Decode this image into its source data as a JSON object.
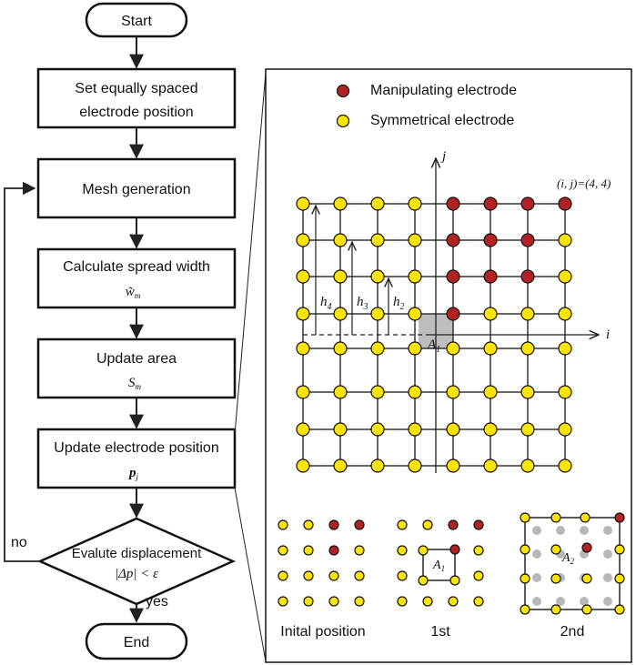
{
  "flowchart": {
    "start": "Start",
    "end": "End",
    "step_set_position": [
      "Set equally spaced",
      "electrode position"
    ],
    "step_mesh": "Mesh generation",
    "step_spread": "Calculate spread width",
    "step_spread_symbol": "w̃",
    "step_spread_sub": "m",
    "step_area": "Update area",
    "step_area_symbol": "S",
    "step_area_sub": "m",
    "step_position": "Update electrode position",
    "step_position_symbol": "p",
    "step_position_sub": "j",
    "decision_label": "Evalute displacement",
    "decision_condition": "|Δp| < ε",
    "yes_label": "yes",
    "no_label": "no"
  },
  "legend": {
    "manipulating": "Manipulating electrode",
    "symmetrical": "Symmetrical electrode"
  },
  "grid": {
    "i_axis": "i",
    "j_axis": "j",
    "ij_label": "(i, j)=(4, 4)",
    "h4": "h",
    "h4_sub": "4",
    "h3": "h",
    "h3_sub": "3",
    "h2": "h",
    "h2_sub": "2",
    "A1": "A",
    "A1_sub": "1"
  },
  "stages": {
    "initial": "Inital position",
    "first": "1st",
    "second": "2nd",
    "A1": "A",
    "A1_sub": "1",
    "A2": "A",
    "A2_sub": "2"
  },
  "colors": {
    "manipulating": "#b22222",
    "symmetrical": "#ffe400",
    "shade": "#bdbdbd",
    "grey_dot": "#b8b8b8"
  }
}
